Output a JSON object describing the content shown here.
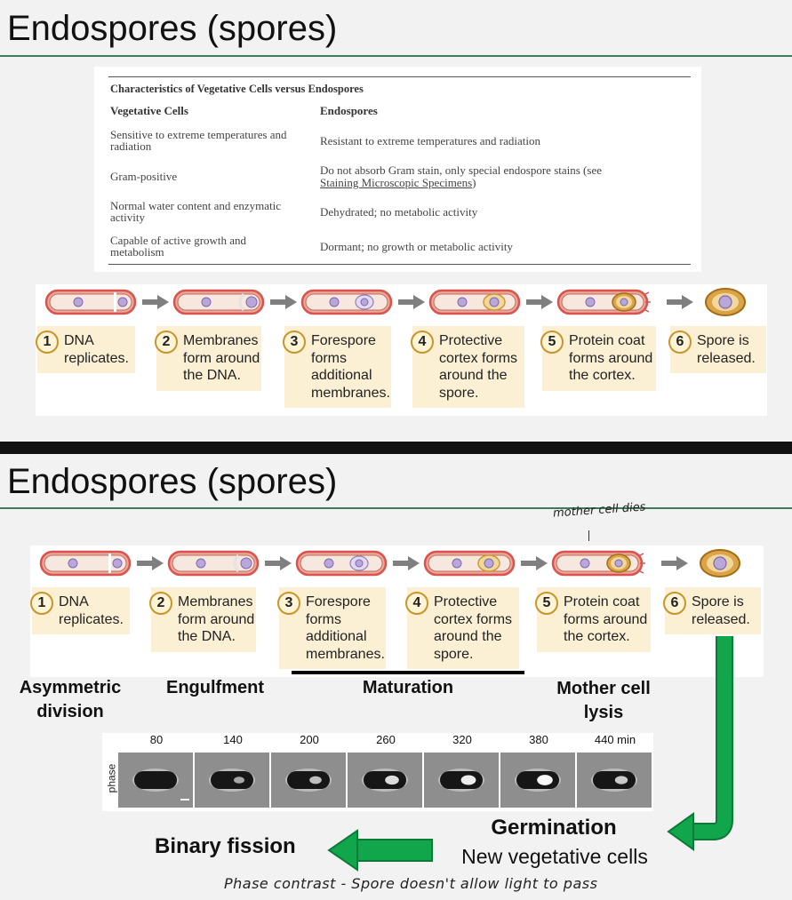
{
  "slide1": {
    "title": "Endospores (spores)",
    "table": {
      "title": "Characteristics of Vegetative Cells versus Endospores",
      "col_headers": [
        "Vegetative Cells",
        "Endospores"
      ],
      "rows": [
        [
          "Sensitive to extreme temperatures and radiation",
          "Resistant to extreme temperatures and radiation"
        ],
        [
          "Gram-positive",
          "Do not absorb Gram stain, only special endospore stains (see"
        ],
        [
          "Normal water content and enzymatic activity",
          "Dehydrated; no metabolic activity"
        ],
        [
          "Capable of active growth and metabolism",
          "Dormant; no growth or metabolic activity"
        ]
      ],
      "row2_link": "Staining Microscopic Specimens",
      "row2_suffix": ")"
    }
  },
  "steps": [
    {
      "num": "1",
      "lines": [
        "DNA",
        "replicates."
      ]
    },
    {
      "num": "2",
      "lines": [
        "Membranes",
        "form around",
        "the DNA."
      ]
    },
    {
      "num": "3",
      "lines": [
        "Forespore",
        "forms",
        "additional",
        "membranes."
      ]
    },
    {
      "num": "4",
      "lines": [
        "Protective",
        "cortex forms",
        "around the",
        "spore."
      ]
    },
    {
      "num": "5",
      "lines": [
        "Protein coat",
        "forms around",
        "the cortex."
      ]
    },
    {
      "num": "6",
      "lines": [
        "Spore is",
        "released."
      ]
    }
  ],
  "slide2": {
    "title": "Endospores (spores)",
    "annotation_top": "mother cell dies",
    "phase_labels": {
      "asym_1": "Asymmetric",
      "asym_2": "division",
      "engulf": "Engulfment",
      "matur": "Maturation",
      "mother_1": "Mother cell",
      "mother_2": "lysis"
    },
    "micrograph": {
      "side_label": "phase",
      "times": [
        "80",
        "140",
        "200",
        "260",
        "320",
        "380",
        "440 min"
      ]
    },
    "germination": "Germination",
    "new_cells": "New vegetative cells",
    "binary_fission": "Binary fission",
    "annotation_bottom": "Phase contrast - Spore doesn't allow light to pass"
  },
  "colors": {
    "rule": "#3f7a5a",
    "step_bg": "#fbf0d4",
    "cell_outline": "#d9534f",
    "green_arrow": "#10a34a",
    "gray_arrow": "#7f7f7f"
  }
}
